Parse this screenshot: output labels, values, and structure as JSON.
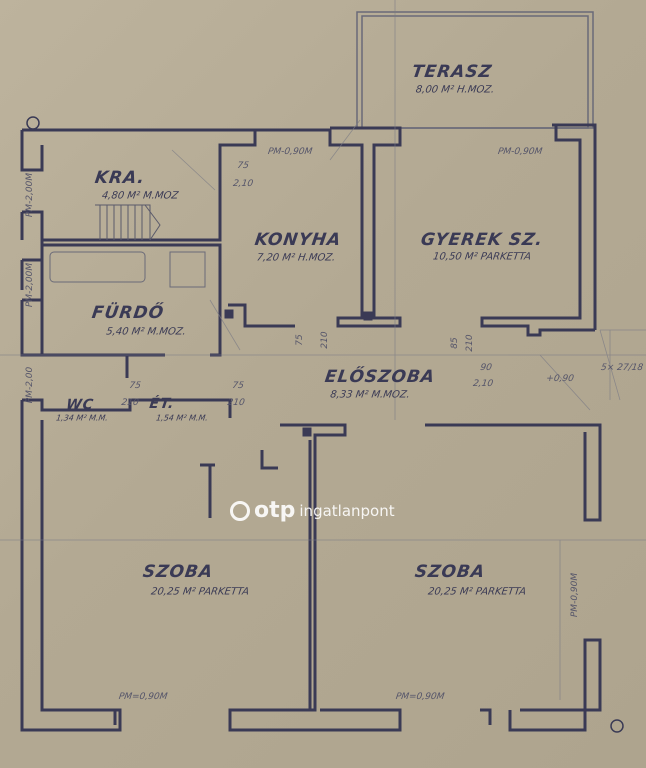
{
  "rooms": {
    "terasz": {
      "name": "TERASZ",
      "area": "8,00 M² H.MOZ."
    },
    "kra": {
      "name": "KRA.",
      "area": "4,80 M² M.MOZ"
    },
    "konyha": {
      "name": "KONYHA",
      "area": "7,20 M² H.MOZ."
    },
    "gyerek": {
      "name": "GYEREK SZ.",
      "area": "10,50 M² PARKETTA"
    },
    "furdo": {
      "name": "FÜRDŐ",
      "area": "5,40 M² M.MOZ."
    },
    "eloszoba": {
      "name": "ELŐSZOBA",
      "area": "8,33 M² M.MOZ."
    },
    "wc": {
      "name": "WC",
      "area": "1,34 M² M.M."
    },
    "et": {
      "name": "ÉT.",
      "area": "1,54 M² M.M."
    },
    "szoba1": {
      "name": "SZOBA",
      "area": "20,25 M² PARKETTA"
    },
    "szoba2": {
      "name": "SZOBA",
      "area": "20,25 M² PARKETTA"
    }
  },
  "dims": {
    "pm_090": "PM-0,90M",
    "pm_200": "PM-2,00M",
    "pm_wc": "PM-2,00",
    "pm_090_eq": "PM=0,90M",
    "door_75": "75",
    "door_85": "85",
    "door_90": "90",
    "door_210": "210",
    "door_210c": "2,10",
    "stairs": "5× 27/18",
    "level": "+0,90"
  },
  "watermark": {
    "brand": "otp",
    "name": "ingatlanpont"
  }
}
